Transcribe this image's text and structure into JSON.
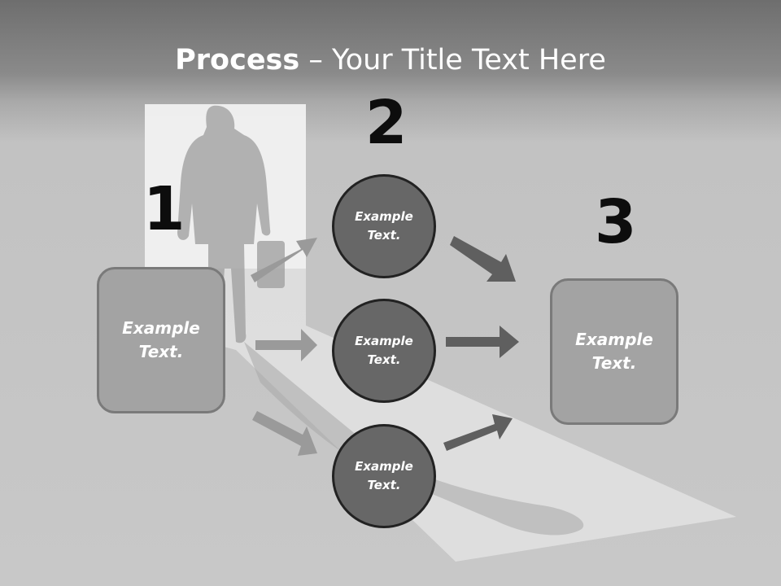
{
  "title": {
    "bold": "Process",
    "rest": " – Your Title Text Here"
  },
  "steps": [
    {
      "number": "1",
      "line1": "Example",
      "line2": "Text."
    },
    {
      "number": "2",
      "line1": "Example",
      "line2": "Text."
    },
    {
      "number": "3",
      "line1": "Example",
      "line2": "Text."
    }
  ],
  "circles": [
    {
      "line1": "Example",
      "line2": "Text."
    },
    {
      "line1": "Example",
      "line2": "Text."
    },
    {
      "line1": "Example",
      "line2": "Text."
    }
  ],
  "colors": {
    "header": "#6e6e6e",
    "background": "#c8c8c8",
    "box_fill": "#a3a3a3",
    "circle_fill": "#676767",
    "arrow_light": "#9a9a9a",
    "arrow_dark": "#5f5f5f"
  }
}
